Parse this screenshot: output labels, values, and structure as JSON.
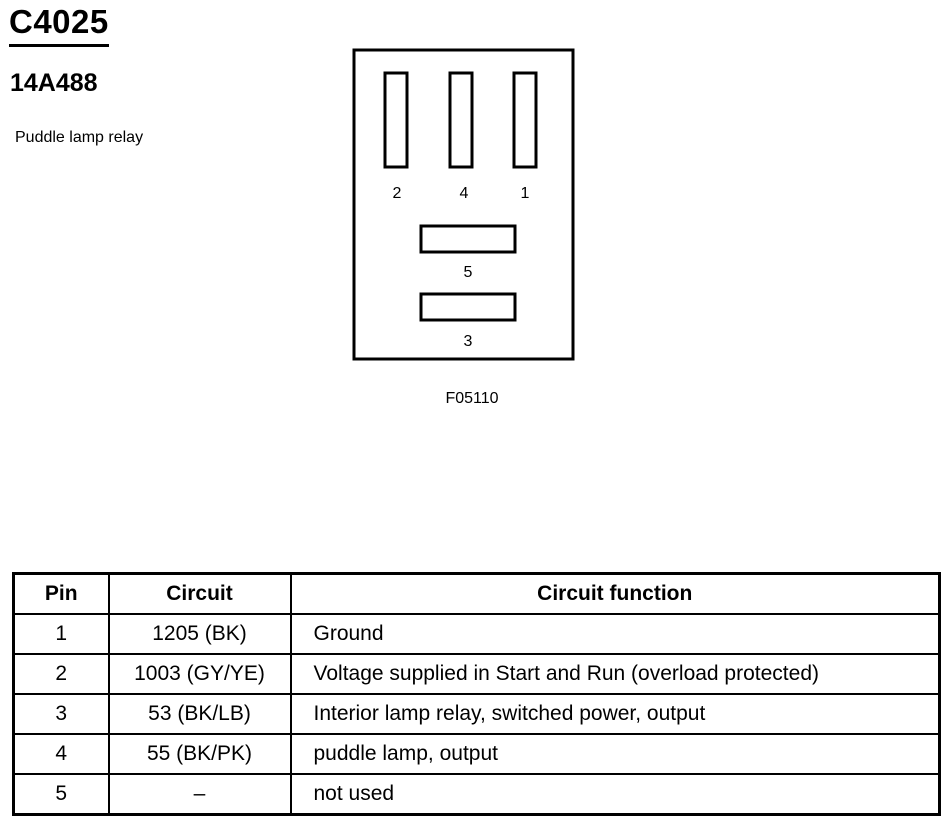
{
  "connector": {
    "id": "C4025",
    "part_number": "14A488",
    "description": "Puddle lamp relay"
  },
  "diagram": {
    "figure_code": "F05110",
    "pin_labels": [
      "2",
      "4",
      "1",
      "5",
      "3"
    ]
  },
  "table": {
    "headers": [
      "Pin",
      "Circuit",
      "Circuit function"
    ],
    "rows": [
      {
        "pin": "1",
        "circuit": "1205 (BK)",
        "function": "Ground"
      },
      {
        "pin": "2",
        "circuit": "1003 (GY/YE)",
        "function": "Voltage supplied in Start and Run (overload protected)"
      },
      {
        "pin": "3",
        "circuit": "53 (BK/LB)",
        "function": "Interior lamp relay, switched power, output"
      },
      {
        "pin": "4",
        "circuit": "55 (BK/PK)",
        "function": "puddle lamp, output"
      },
      {
        "pin": "5",
        "circuit": "–",
        "function": "not used"
      }
    ]
  }
}
